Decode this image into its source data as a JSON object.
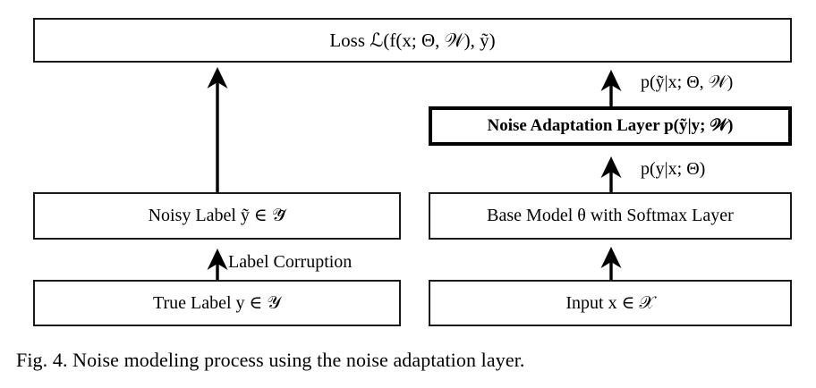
{
  "figure": {
    "caption": "Fig. 4.   Noise modeling process using the noise adaptation layer.",
    "boxes": {
      "loss": "Loss ℒ(f(x; Θ, 𝒲), ỹ)",
      "noise_adaptation_layer": "Noise Adaptation Layer p(ỹ|y; 𝒲)",
      "noisy_label": "Noisy Label ỹ ∈ 𝒴̃",
      "base_model": "Base Model θ with Softmax Layer",
      "true_label": "True Label y ∈ 𝒴",
      "input": "Input x ∈ 𝒳"
    },
    "edge_labels": {
      "label_corruption": "Label Corruption",
      "p_ytilde_given_x": "p(ỹ|x; Θ, 𝒲)",
      "p_y_given_x": "p(y|x; Θ)"
    },
    "arrows": {
      "noisy_to_loss": "arrow-up-icon",
      "true_to_noisy": "arrow-up-icon",
      "nal_to_loss": "arrow-up-icon",
      "base_to_nal": "arrow-up-icon",
      "input_to_base": "arrow-up-icon"
    },
    "colors": {
      "stroke": "#1a1a1a",
      "emphasis_stroke": "#000000",
      "background": "#ffffff",
      "text": "#000000"
    }
  }
}
